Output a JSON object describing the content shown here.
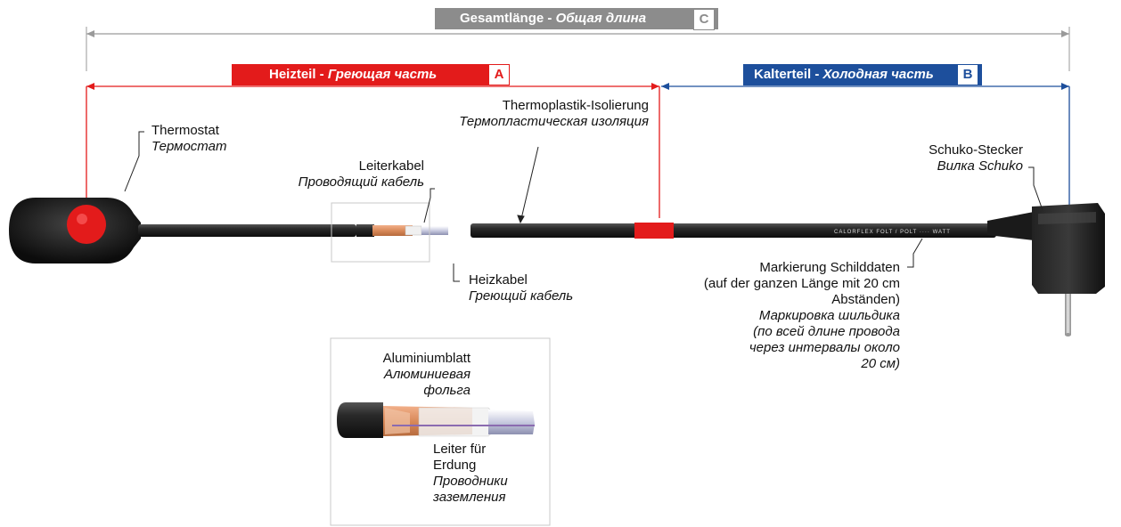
{
  "header_total": {
    "de": "Gesamtlänge",
    "sep": " - ",
    "ru": "Общая длина",
    "letter": "C",
    "color": "#8c8c8c"
  },
  "header_heat": {
    "de": "Heizteil",
    "sep": " - ",
    "ru": "Греющая часть",
    "letter": "A",
    "color": "#e31b1b"
  },
  "header_cold": {
    "de": "Kalterteil",
    "sep": " - ",
    "ru": "Холодная часть",
    "letter": "B",
    "color": "#1d4f9c"
  },
  "labels": {
    "thermostat": {
      "de": "Thermostat",
      "ru": "Термостат"
    },
    "conductor": {
      "de": "Leiterkabel",
      "ru": "Проводящий кабель"
    },
    "insulation": {
      "de": "Thermoplastik-Isolierung",
      "ru": "Термопластическая изоляция"
    },
    "heating_cable": {
      "de": "Heizkabel",
      "ru": "Греющий кабель"
    },
    "plug": {
      "de": "Schuko-Stecker",
      "ru": "Вилка Schuko"
    },
    "marking": {
      "de_lines": [
        "Markierung Schilddaten",
        "(auf der ganzen Länge mit 20 cm",
        "Abständen)"
      ],
      "ru_lines": [
        "Маркировка шильдика",
        "(по всей длине провода",
        "через интервалы около",
        "20 см)"
      ]
    },
    "foil": {
      "de": "Aluminiumblatt",
      "ru_lines": [
        "Алюминиевая",
        "фольга"
      ]
    },
    "earth": {
      "de_lines": [
        "Leiter für",
        "Erdung"
      ],
      "ru_lines": [
        "Проводники",
        "заземления"
      ]
    }
  },
  "cable_print": "CALORFLEX FOLT / POLT ···· WATT",
  "colors": {
    "heat": "#e31b1b",
    "cold": "#1d4f9c",
    "total": "#8c8c8c",
    "cable": "#1a1a1a",
    "copper": "#d98a5a"
  }
}
